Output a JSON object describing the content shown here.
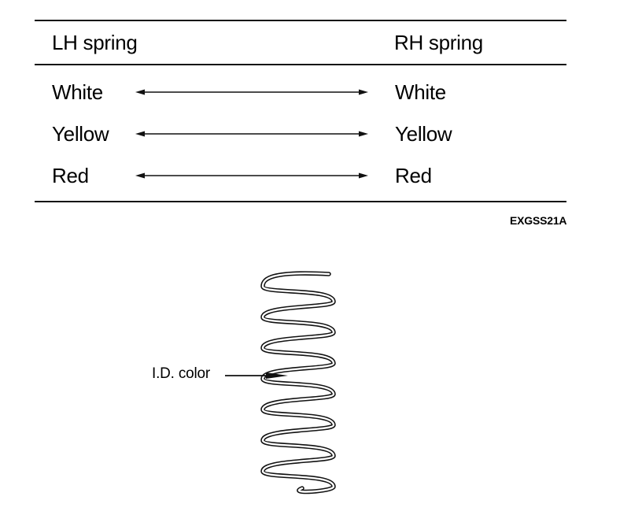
{
  "table": {
    "header_left": "LH spring",
    "header_right": "RH spring",
    "rows": [
      {
        "left": "White",
        "right": "White"
      },
      {
        "left": "Yellow",
        "right": "Yellow"
      },
      {
        "left": "Red",
        "right": "Red"
      }
    ]
  },
  "figure_code": "EXGSS21A",
  "spring": {
    "callout": "I.D. color"
  },
  "colors": {
    "ink": "#111111",
    "background": "#ffffff"
  }
}
